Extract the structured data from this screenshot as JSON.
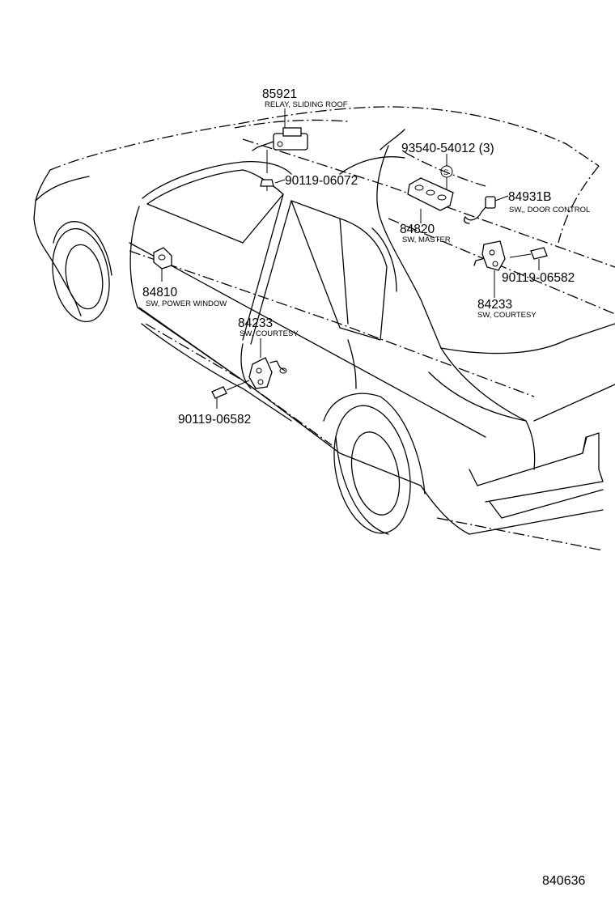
{
  "callouts": {
    "relay_sliding_roof": {
      "part_no": "85921",
      "desc": "RELAY, SLIDING ROOF"
    },
    "bolt_roof": {
      "part_no": "90119-06072"
    },
    "screw_master": {
      "part_no": "93540-54012 (3)"
    },
    "screw_symbol": "S",
    "sw_door_control": {
      "part_no": "84931B",
      "desc": "SW,, DOOR CONTROL"
    },
    "sw_master": {
      "part_no": "84820",
      "desc": "SW, MASTER"
    },
    "bolt_rear_courtesy": {
      "part_no": "90119-06582"
    },
    "sw_courtesy_rear": {
      "part_no": "84233",
      "desc": "SW, COURTESY"
    },
    "sw_power_window": {
      "part_no": "84810",
      "desc": "SW, POWER WINDOW"
    },
    "sw_courtesy_front": {
      "part_no": "84233",
      "desc": "SW, COURTESY"
    },
    "bolt_front_courtesy": {
      "part_no": "90119-06582"
    }
  },
  "figure_ref": "840636"
}
